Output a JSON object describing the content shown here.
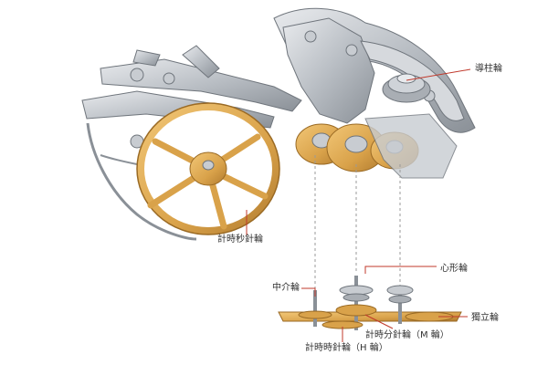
{
  "labels": {
    "column_wheel": "導柱輪",
    "chrono_seconds_wheel": "計時秒針輪",
    "heart_cam_wheel": "心形輪",
    "intermediate_wheel": "中介輪",
    "independent_wheel": "獨立輪",
    "chrono_hour_wheel": "計時時針輪（H 輪）",
    "chrono_minute_wheel": "計時分針輪（M 輪）"
  },
  "colors": {
    "gold": "#D9A24A",
    "gold_dark": "#B07A2E",
    "steel": "#BFC3C8",
    "steel_dark": "#7E848B",
    "leader": "#C0392B",
    "dashed": "#9A9A9A"
  }
}
